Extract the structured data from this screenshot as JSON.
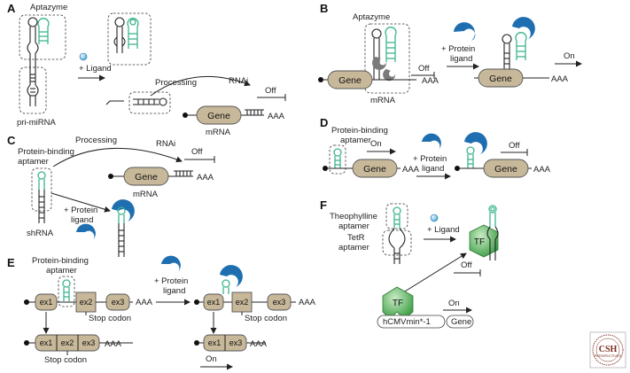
{
  "panels": {
    "A": {
      "label": "A",
      "aptazyme": "Aptazyme",
      "ligand": "+ Ligand",
      "pri_mirna": "pri-miRNA",
      "processing": "Processing",
      "rnai": "RNAi",
      "off": "Off",
      "gene": "Gene",
      "aaa": "AAA",
      "mrna": "mRNA"
    },
    "B": {
      "label": "B",
      "aptazyme": "Aptazyme",
      "gene": "Gene",
      "off": "Off",
      "aaa": "AAA",
      "mrna": "mRNA",
      "protein_ligand_1": "+ Protein",
      "protein_ligand_2": "ligand",
      "gene2": "Gene",
      "aaa2": "AAA",
      "on": "On"
    },
    "C": {
      "label": "C",
      "aptamer_1": "Protein-binding",
      "aptamer_2": "aptamer",
      "processing": "Processing",
      "rnai": "RNAi",
      "off": "Off",
      "gene": "Gene",
      "aaa": "AAA",
      "mrna": "mRNA",
      "shrna": "shRNA",
      "protein_ligand_1": "+ Protein",
      "protein_ligand_2": "ligand"
    },
    "D": {
      "label": "D",
      "aptamer_1": "Protein-binding",
      "aptamer_2": "aptamer",
      "on": "On",
      "gene": "Gene",
      "aaa": "AAA",
      "protein_ligand_1": "+ Protein",
      "protein_ligand_2": "ligand",
      "off": "Off",
      "gene2": "Gene",
      "aaa2": "AAA"
    },
    "E": {
      "label": "E",
      "aptamer_1": "Protein-binding",
      "aptamer_2": "aptamer",
      "ex1": "ex1",
      "ex2": "ex2",
      "ex3": "ex3",
      "aaa": "AAA",
      "stop_codon": "Stop codon",
      "protein_ligand_1": "+ Protein",
      "protein_ligand_2": "ligand",
      "on": "On"
    },
    "F": {
      "label": "F",
      "theophylline_1": "Theophylline",
      "theophylline_2": "aptamer",
      "tetr_1": "TetR",
      "tetr_2": "aptamer",
      "ligand": "+ Ligand",
      "tf": "TF",
      "off": "Off",
      "on": "On",
      "promoter": "hCMVmin*-1",
      "gene": "Gene"
    }
  },
  "seal": {
    "text": "CSH",
    "subtext": "PERSPECTIVES"
  },
  "colors": {
    "gene_box": "#c8b89a",
    "aptamer": "#3bb58f",
    "protein": "#1f6fb0",
    "tf": "#6cc06c"
  }
}
